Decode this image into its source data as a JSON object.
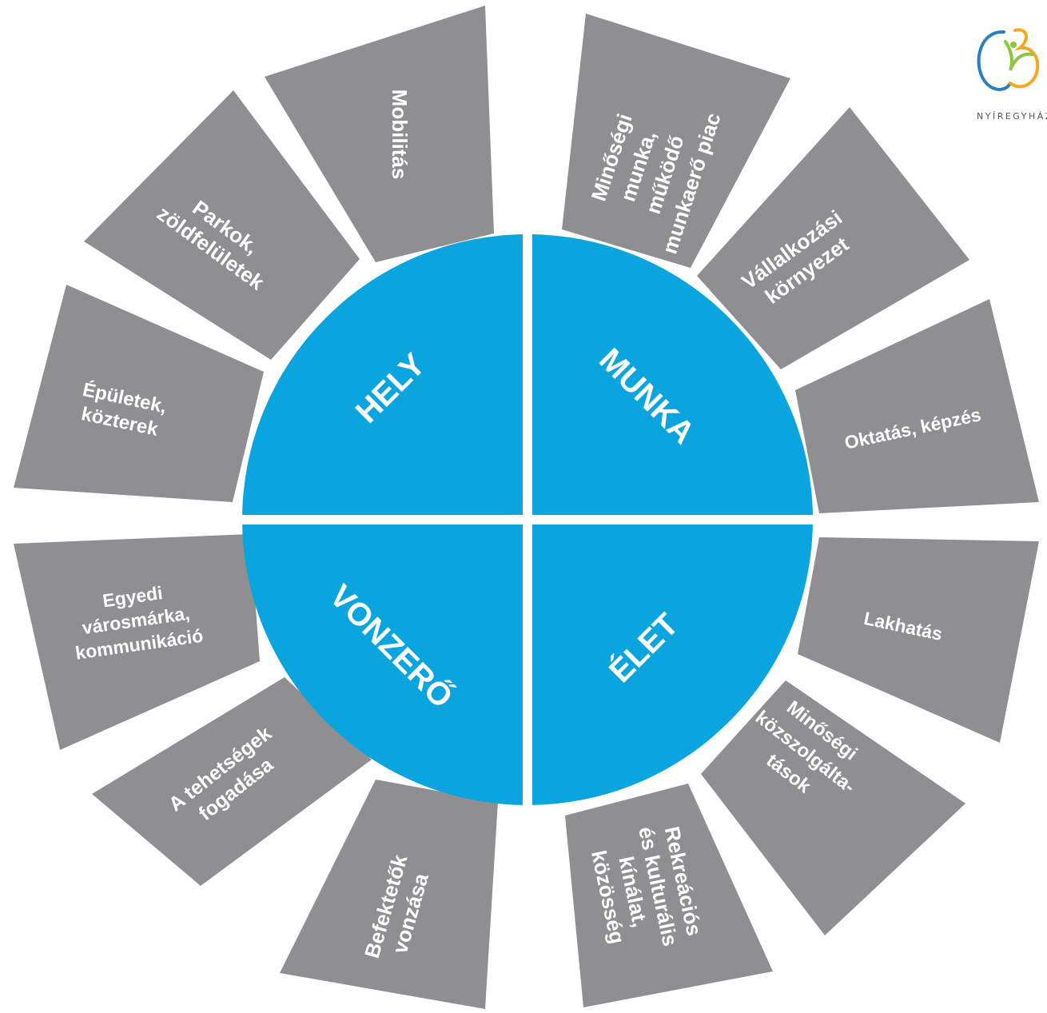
{
  "colors": {
    "circle": "#0aa5de",
    "segment": "#8f8f91",
    "text": "#ffffff",
    "divider": "#ffffff"
  },
  "quadrants": [
    {
      "id": "hely",
      "label": "HELY"
    },
    {
      "id": "munka",
      "label": "MUNKA"
    },
    {
      "id": "elet",
      "label": "ÉLET"
    },
    {
      "id": "vonzero",
      "label": "VONZERŐ"
    }
  ],
  "segments": [
    {
      "id": "mobilitas",
      "lines": [
        "Mobilitás"
      ]
    },
    {
      "id": "minosegi-munka",
      "lines": [
        "Minőségi",
        "munka,",
        "működő",
        "munkaerő piac"
      ]
    },
    {
      "id": "vallalkozasi",
      "lines": [
        "Vállalkozási",
        "környezet"
      ]
    },
    {
      "id": "oktatas",
      "lines": [
        "Oktatás, képzés"
      ]
    },
    {
      "id": "lakhatas",
      "lines": [
        "Lakhatás"
      ]
    },
    {
      "id": "kozszolgaltatasok",
      "lines": [
        "Minőségi",
        "közszolgálta-",
        "tások"
      ]
    },
    {
      "id": "rekreacios",
      "lines": [
        "Rekreációs",
        "és kulturális",
        "kínálat,",
        "közösség"
      ]
    },
    {
      "id": "befektetok",
      "lines": [
        "Befektetők",
        "vonzása"
      ]
    },
    {
      "id": "tehetsegek",
      "lines": [
        "A tehetségek",
        "fogadása"
      ]
    },
    {
      "id": "varosmarka",
      "lines": [
        "Egyedi",
        "városmárka,",
        "kommunikáció"
      ]
    },
    {
      "id": "epuletek",
      "lines": [
        "Épületek,",
        "közterek"
      ]
    },
    {
      "id": "parkok",
      "lines": [
        "Parkok,",
        "zöldfelületek"
      ]
    }
  ],
  "logo": {
    "text": "NYÍREGYHÁZA",
    "icon": "butterfly-logo-icon",
    "colors": [
      "#2a7fc0",
      "#f5a623",
      "#8cc63f"
    ]
  }
}
